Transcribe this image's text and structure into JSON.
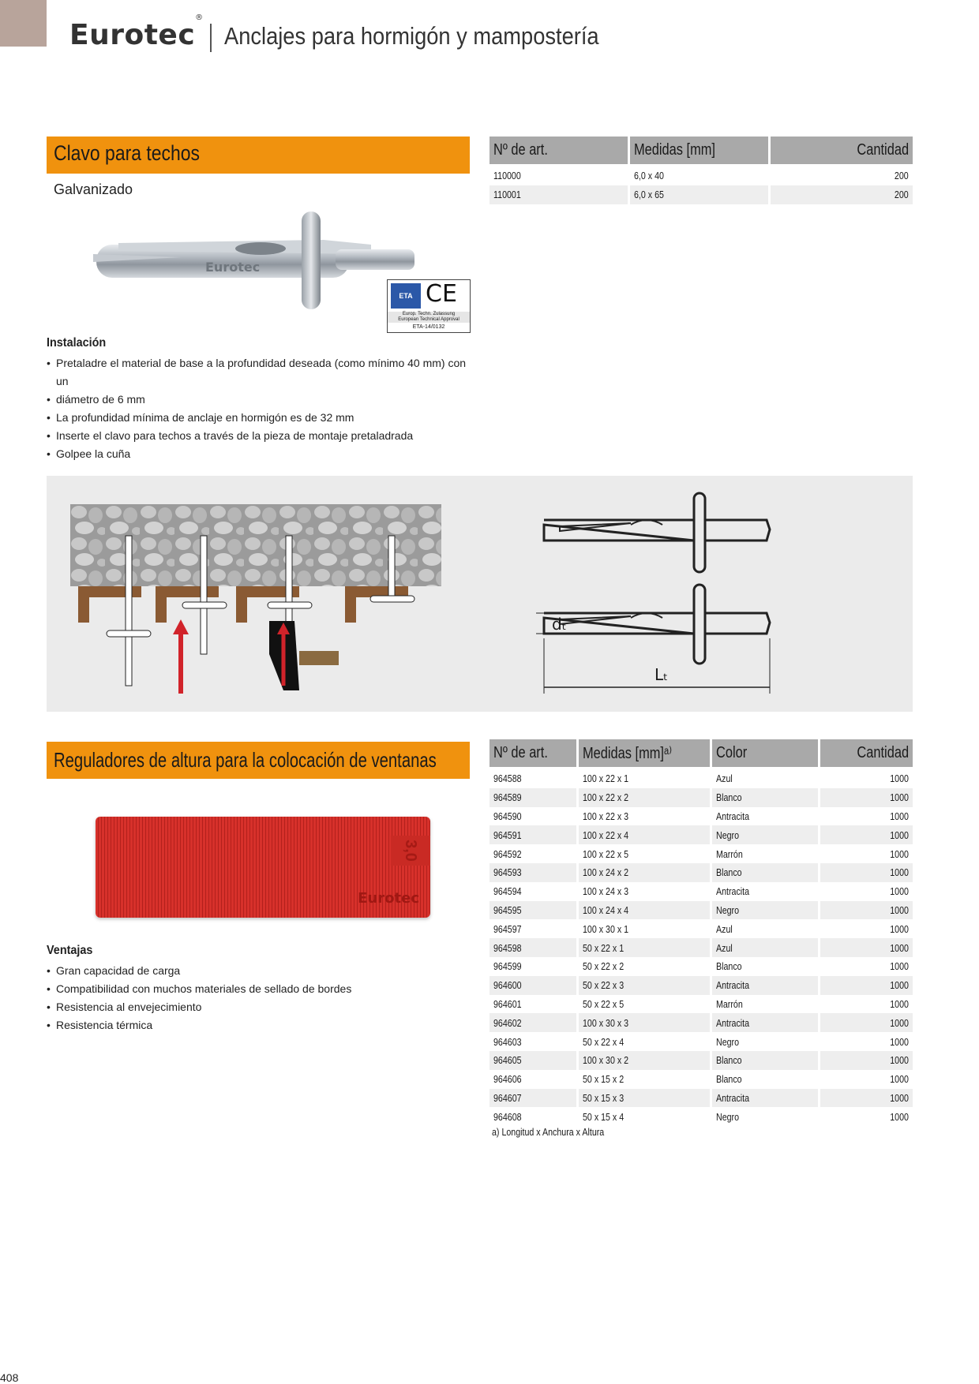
{
  "header": {
    "brand": "Eurotec",
    "title": "Anclajes para hormigón y mampostería"
  },
  "section1": {
    "title": "Clavo para techos",
    "subtitle": "Galvanizado",
    "product_logo": "Eurotec",
    "badge": {
      "eta": "ETA",
      "ce": "CE",
      "approval_de": "Europ. Techn. Zulassung",
      "approval_en": "European Technical Approval",
      "number": "ETA-14/0132"
    },
    "install_heading": "Instalación",
    "install_items": [
      "Pretaladre el material de base a la profundidad deseada (como mínimo 40 mm) con un",
      "diámetro de 6 mm",
      "La profundidad mínima de anclaje en hormigón es de 32 mm",
      "Inserte el clavo para techos a través de la pieza de montaje pretaladrada",
      "Golpee la cuña"
    ],
    "table": {
      "headers": [
        "Nº de art.",
        "Medidas [mm]",
        "Cantidad"
      ],
      "rows": [
        [
          "110000",
          "6,0 x 40",
          "200"
        ],
        [
          "110001",
          "6,0 x 65",
          "200"
        ]
      ]
    },
    "diagram": {
      "dim_d": "dₜ",
      "dim_l": "Lₜ"
    }
  },
  "section2": {
    "title": "Reguladores de altura para la colocación de ventanas",
    "product_logo": "Eurotec",
    "product_mark": "3,0",
    "adv_heading": "Ventajas",
    "adv_items": [
      "Gran capacidad de carga",
      "Compatibilidad con muchos materiales de sellado de bordes",
      "Resistencia al envejecimiento",
      "Resistencia térmica"
    ],
    "table": {
      "headers": [
        "Nº de art.",
        "Medidas [mm]ᵃ⁾",
        "Color",
        "Cantidad"
      ],
      "rows": [
        [
          "964588",
          "100 x 22 x 1",
          "Azul",
          "1000"
        ],
        [
          "964589",
          "100 x 22 x 2",
          "Blanco",
          "1000"
        ],
        [
          "964590",
          "100 x 22 x 3",
          "Antracita",
          "1000"
        ],
        [
          "964591",
          "100 x 22 x 4",
          "Negro",
          "1000"
        ],
        [
          "964592",
          "100 x 22 x 5",
          "Marrón",
          "1000"
        ],
        [
          "964593",
          "100 x 24 x 2",
          "Blanco",
          "1000"
        ],
        [
          "964594",
          "100 x 24 x 3",
          "Antracita",
          "1000"
        ],
        [
          "964595",
          "100 x 24 x 4",
          "Negro",
          "1000"
        ],
        [
          "964597",
          "100 x 30 x 1",
          "Azul",
          "1000"
        ],
        [
          "964598",
          "50 x 22 x 1",
          "Azul",
          "1000"
        ],
        [
          "964599",
          "50 x 22 x 2",
          "Blanco",
          "1000"
        ],
        [
          "964600",
          "50 x 22 x 3",
          "Antracita",
          "1000"
        ],
        [
          "964601",
          "50 x 22 x 5",
          "Marrón",
          "1000"
        ],
        [
          "964602",
          "100 x 30 x 3",
          "Antracita",
          "1000"
        ],
        [
          "964603",
          "50 x 22 x 4",
          "Negro",
          "1000"
        ],
        [
          "964605",
          "100 x 30 x 2",
          "Blanco",
          "1000"
        ],
        [
          "964606",
          "50 x 15 x 2",
          "Blanco",
          "1000"
        ],
        [
          "964607",
          "50 x 15 x 3",
          "Antracita",
          "1000"
        ],
        [
          "964608",
          "50 x 15 x 4",
          "Negro",
          "1000"
        ]
      ],
      "footnote": "a) Longitud x Anchura x Altura"
    }
  },
  "page_number": "408",
  "colors": {
    "accent": "#f0920e",
    "corner": "#b8a49b",
    "table_header": "#a9a9a9",
    "row_alt": "#eeeeee",
    "spacer_red": "#d7312b"
  }
}
